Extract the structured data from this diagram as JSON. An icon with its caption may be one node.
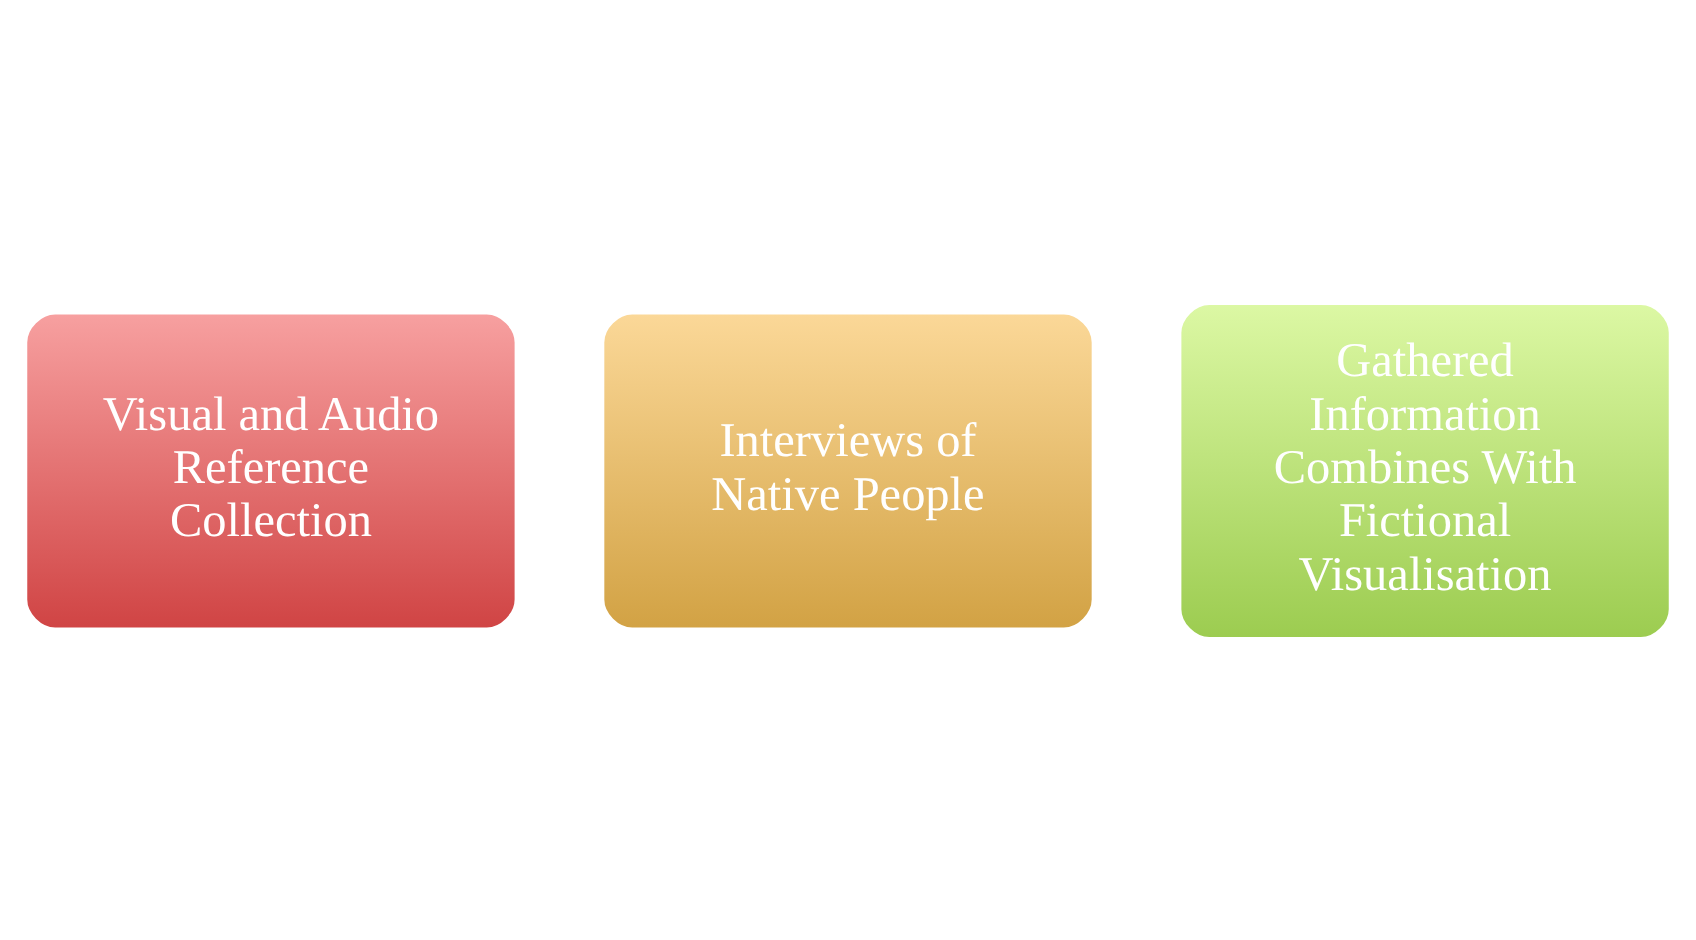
{
  "diagram": {
    "nodes": [
      {
        "text": [
          "Visual and Audio Reference Collection"
        ]
      },
      {
        "text": [
          "Interviews of Native People"
        ]
      },
      {
        "text": [
          "Gathered Information Combines With Fictional Visualisation"
        ]
      }
    ]
  }
}
